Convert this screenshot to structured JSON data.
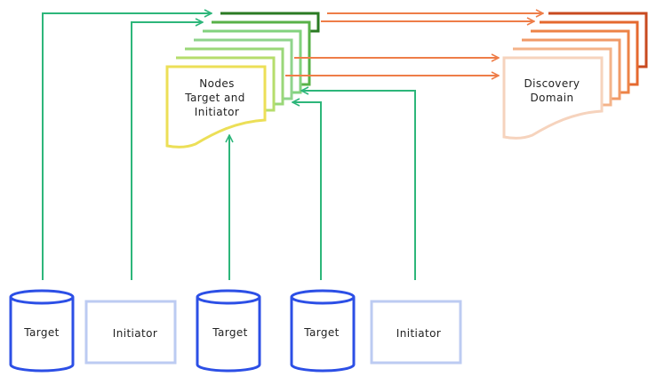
{
  "nodes_stack": {
    "line1": "Nodes",
    "line2": "Target and",
    "line3": "Initiator"
  },
  "discovery_stack": {
    "line1": "Discovery",
    "line2": "Domain"
  },
  "devices": [
    {
      "kind": "target",
      "label": "Target"
    },
    {
      "kind": "initiator",
      "label": "Initiator"
    },
    {
      "kind": "target",
      "label": "Target"
    },
    {
      "kind": "target",
      "label": "Target"
    },
    {
      "kind": "initiator",
      "label": "Initiator"
    }
  ],
  "colors": {
    "green_connector": "#2db67a",
    "orange_connector": "#ee7d48",
    "target_blue": "#2c4fe6",
    "initiator_blue": "#bccbf2",
    "nodes_front": "#ecdf57",
    "discovery_front": "#f6d3bd"
  }
}
